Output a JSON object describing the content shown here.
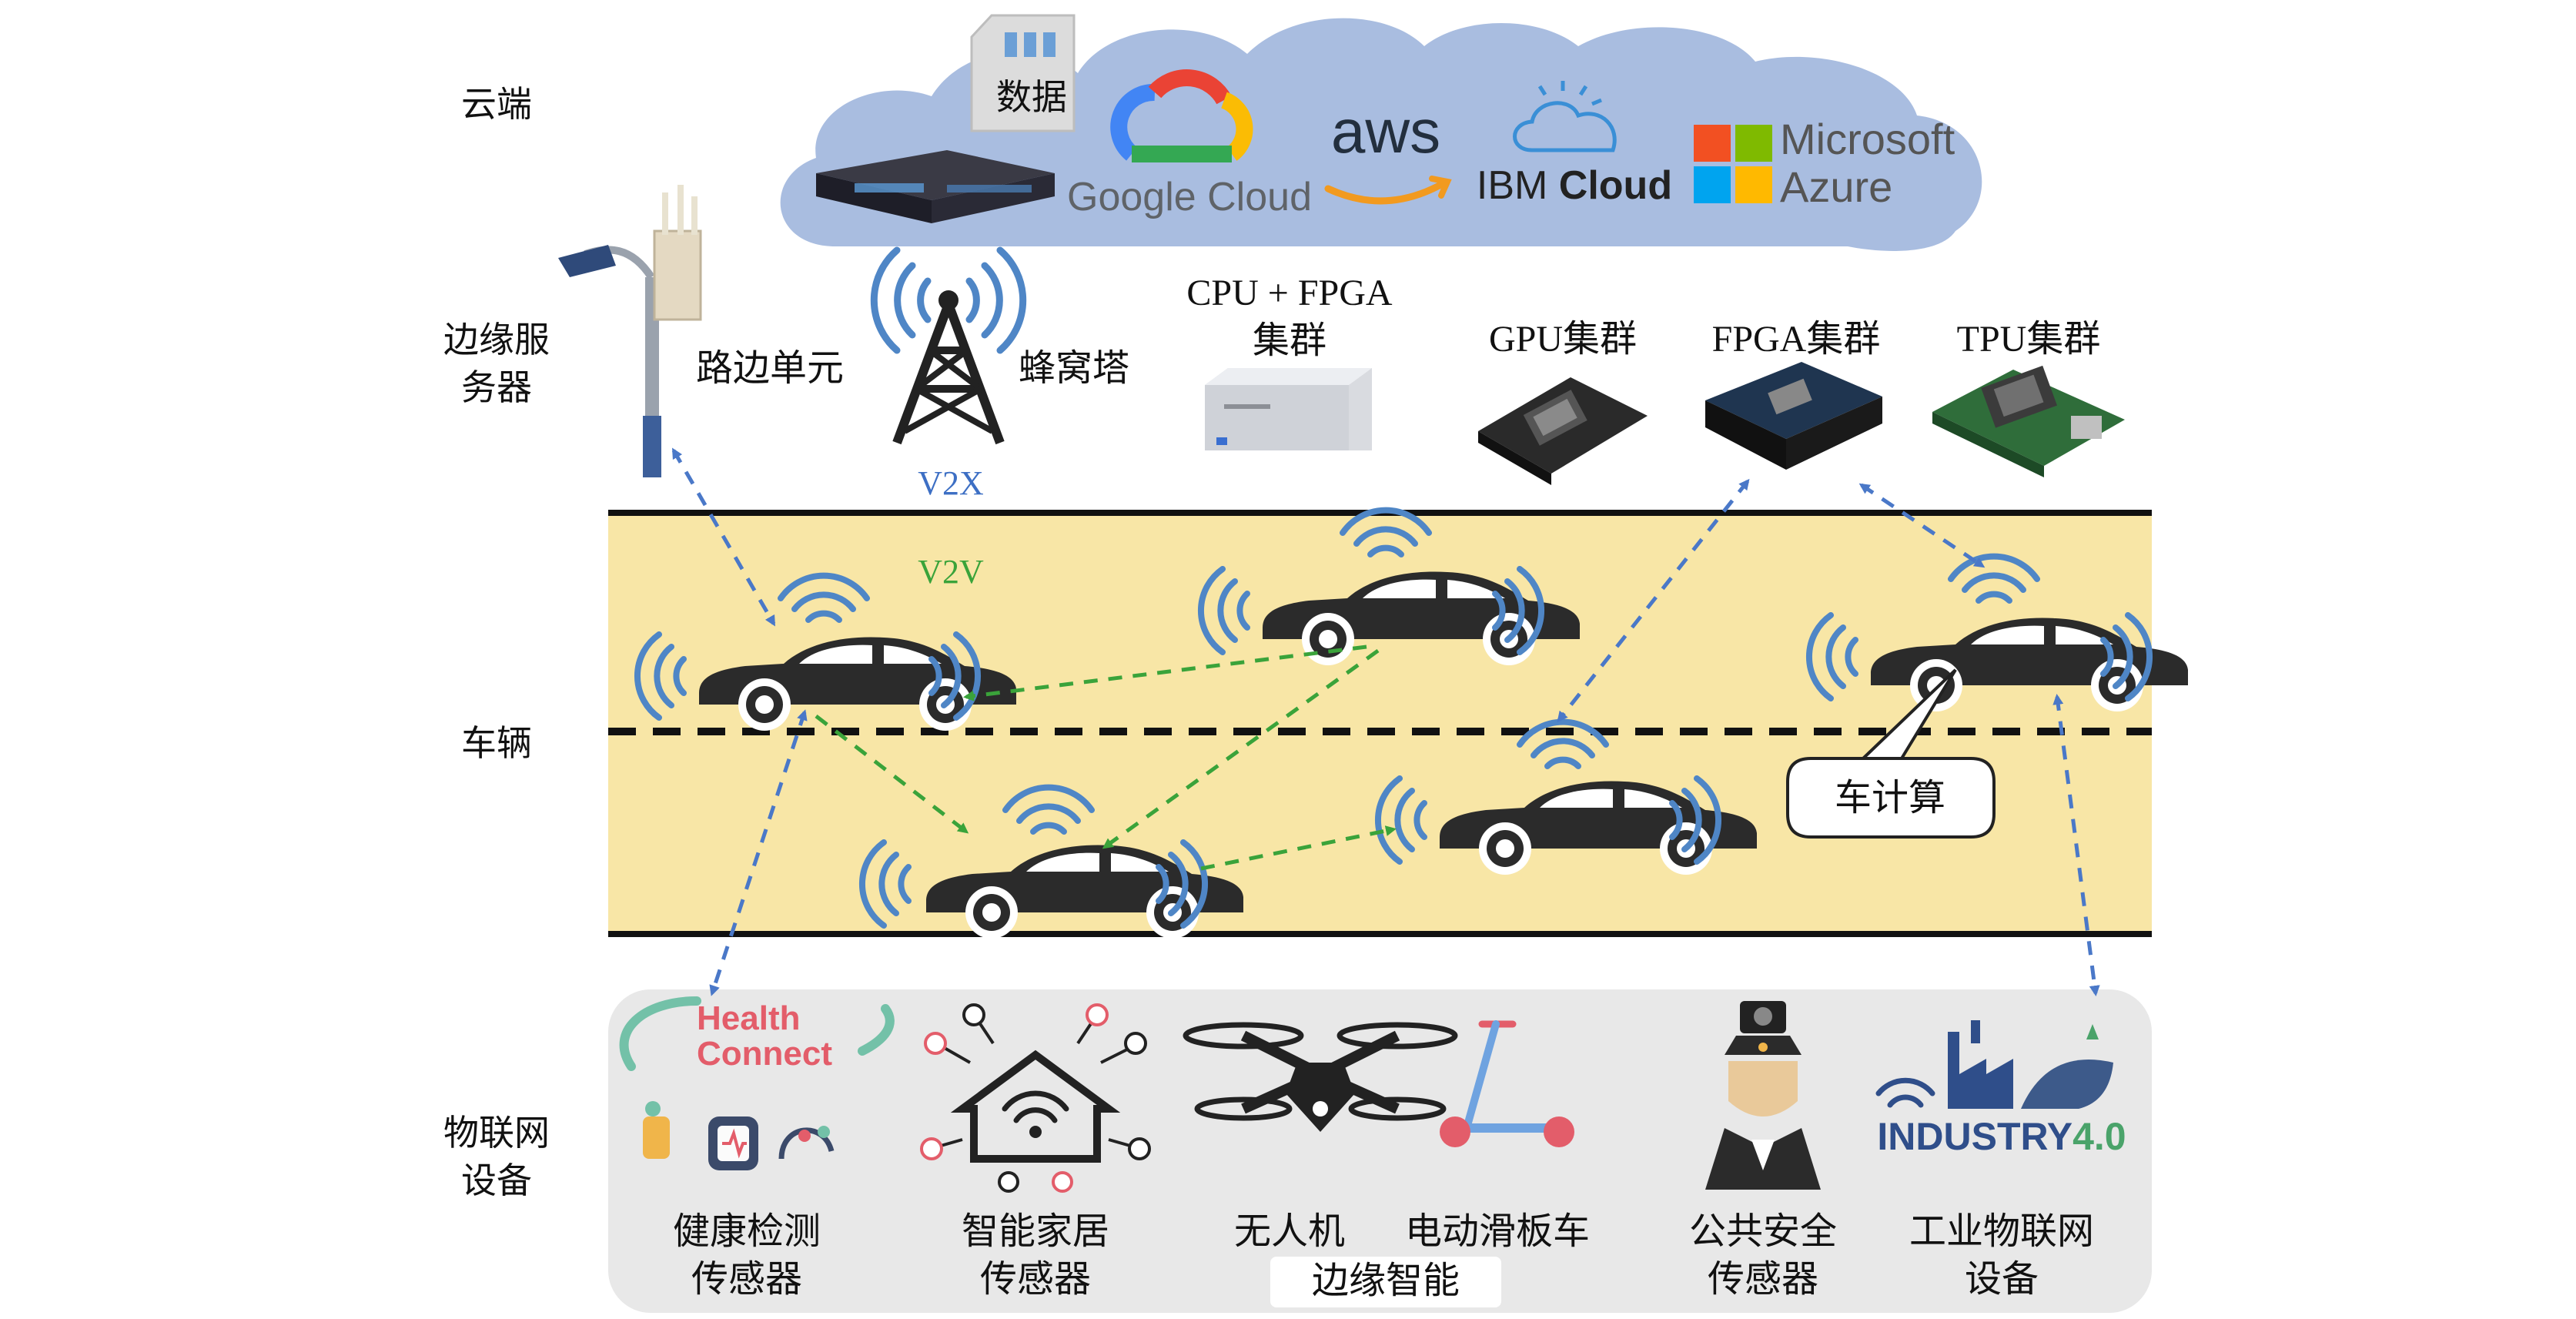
{
  "layers": {
    "cloud": "云端",
    "edge_server": [
      "边缘服",
      "务器"
    ],
    "vehicle": "车辆",
    "iot": [
      "物联网",
      "设备"
    ]
  },
  "cloud": {
    "data_label": "数据",
    "providers": {
      "google": "Google Cloud",
      "aws": "aws",
      "ibm_prefix": "IBM",
      "ibm_bold": "Cloud",
      "microsoft_1": "Microsoft",
      "microsoft_2": "Azure"
    }
  },
  "edge": {
    "roadside_unit": "路边单元",
    "cell_tower": "蜂窝塔",
    "v2x": "V2X",
    "cpu_fpga": [
      "CPU + FPGA",
      "集群"
    ],
    "gpu_cluster": "GPU集群",
    "fpga_cluster": "FPGA集群",
    "tpu_cluster": "TPU集群"
  },
  "road": {
    "v2v": "V2V",
    "vehicle_compute": "车计算"
  },
  "iot": {
    "health_logo": [
      "Health",
      "Connect"
    ],
    "health": [
      "健康检测",
      "传感器"
    ],
    "smart_home": [
      "智能家居",
      "传感器"
    ],
    "drone": "无人机",
    "scooter": "电动滑板车",
    "public_safety": [
      "公共安全",
      "传感器"
    ],
    "industrial": [
      "工业物联网",
      "设备"
    ],
    "industry_logo_1": "INDUSTRY",
    "industry_logo_2": "4.0",
    "edge_intelligence": "边缘智能"
  },
  "colors": {
    "cloud_fill": "#a9bde0",
    "road_fill": "#f8e6a6",
    "iot_panel": "#e8e8e8",
    "blue_arrow": "#4a78c8",
    "green_arrow": "#3aa33a",
    "signal_blue": "#4f86c6"
  }
}
